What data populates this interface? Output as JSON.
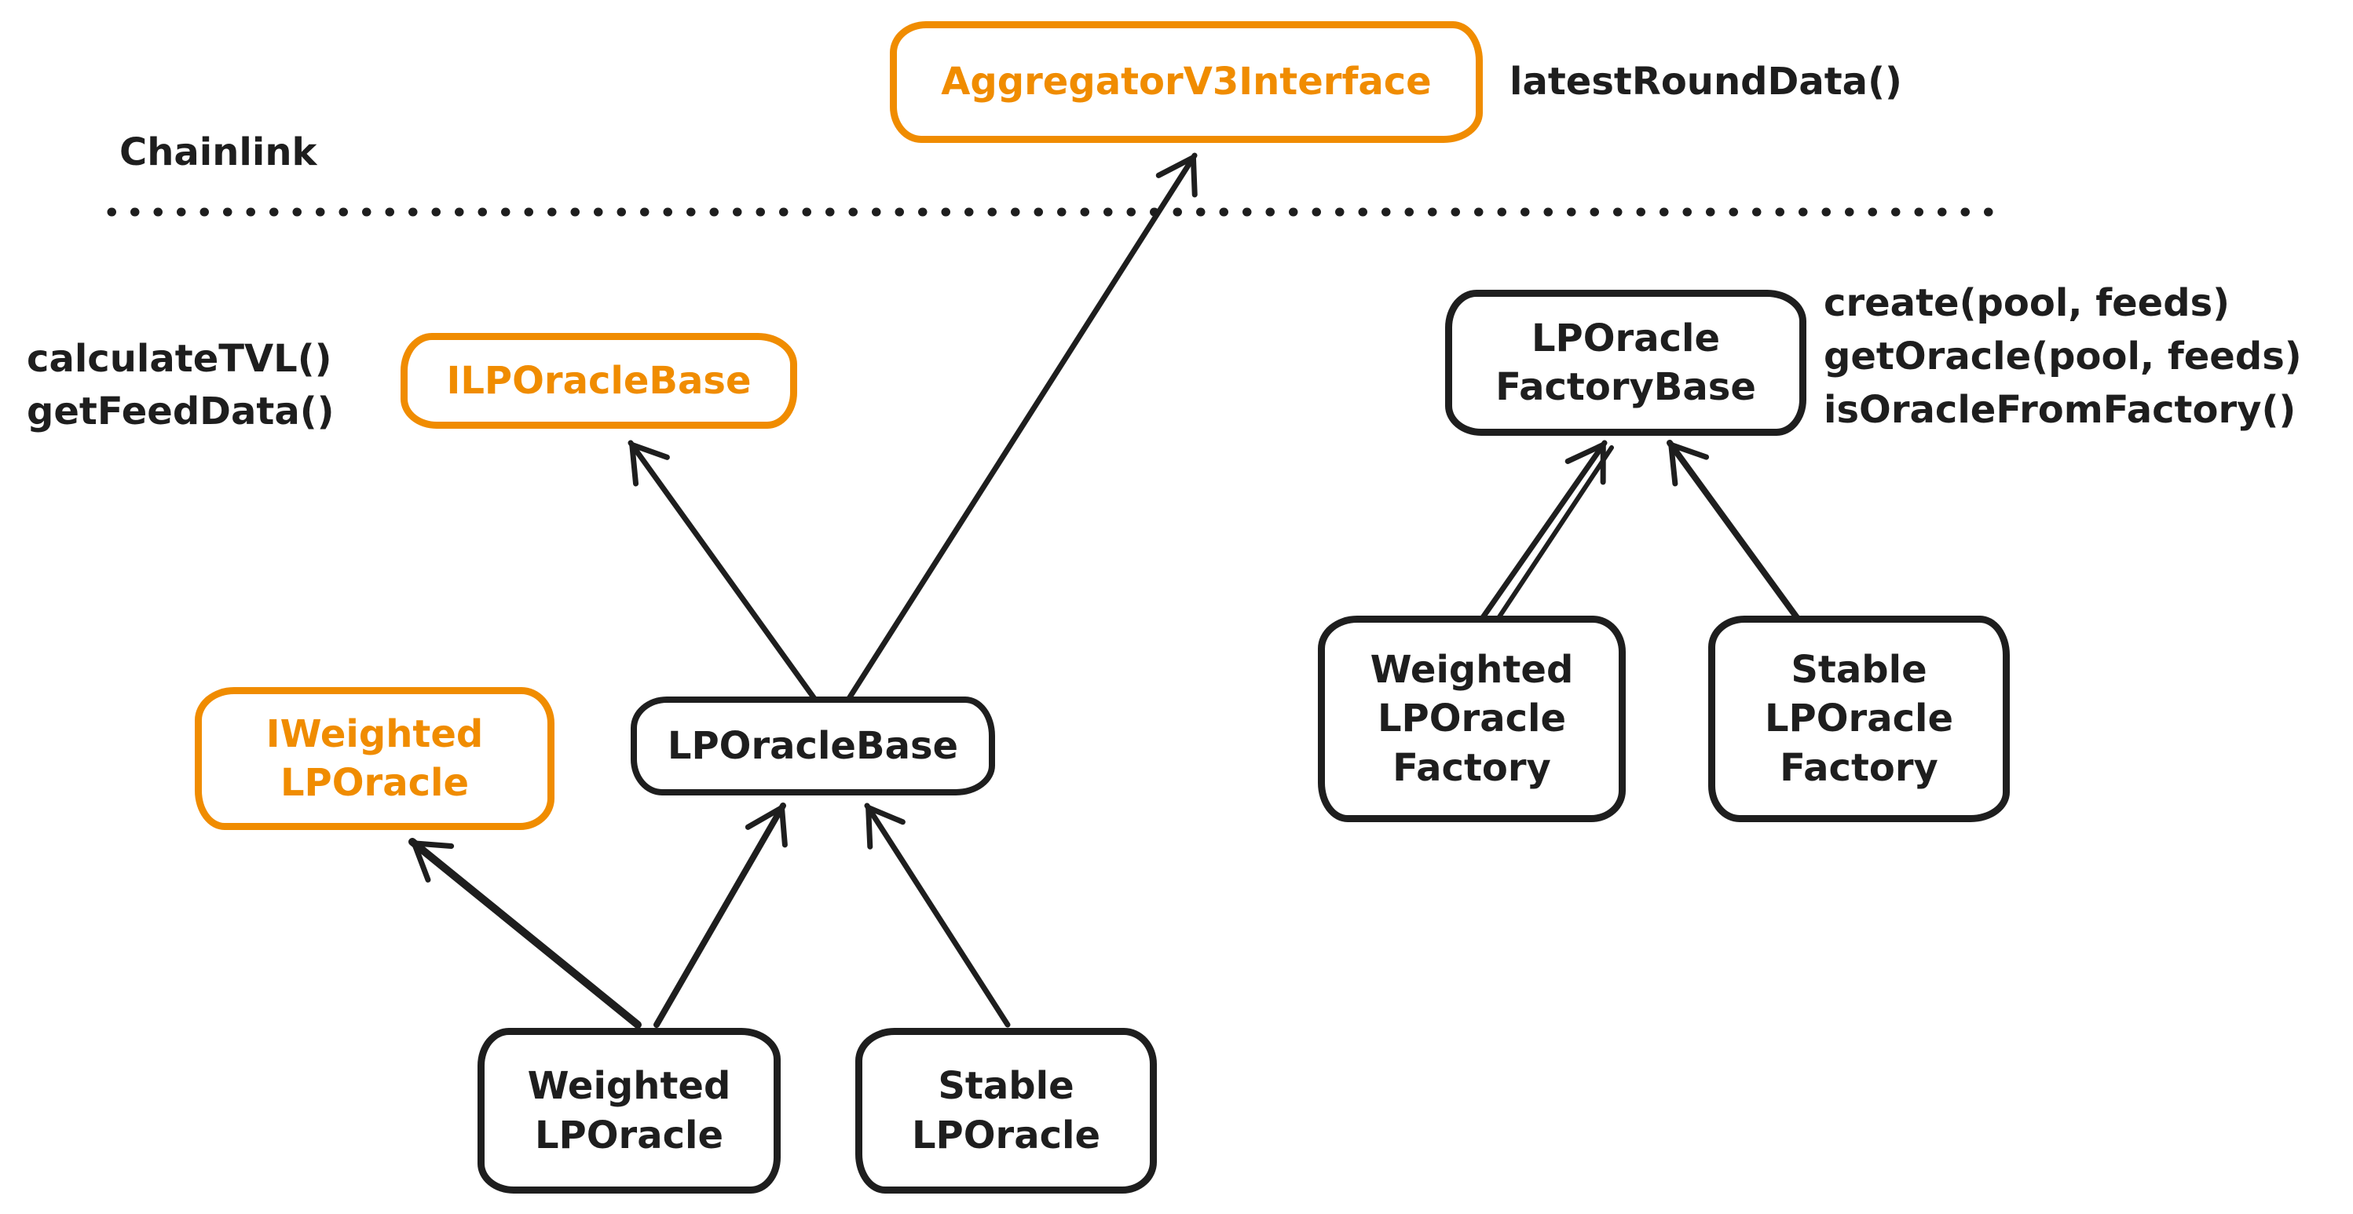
{
  "colors": {
    "accent": "#f08c00",
    "ink": "#1e1e1e",
    "background": "#ffffff"
  },
  "section": {
    "label": "Chainlink"
  },
  "nodes": {
    "aggregator": {
      "label": "AggregatorV3Interface",
      "style": "orange"
    },
    "ilporacle_base": {
      "label": "ILPOracleBase",
      "style": "orange"
    },
    "iweighted_lporacle": {
      "line1": "IWeighted",
      "line2": "LPOracle",
      "style": "orange"
    },
    "lporacle_base": {
      "label": "LPOracleBase",
      "style": "black"
    },
    "lporacle_factory_base": {
      "line1": "LPOracle",
      "line2": "FactoryBase",
      "style": "black"
    },
    "weighted_lporacle_factory": {
      "line1": "Weighted",
      "line2": "LPOracle",
      "line3": "Factory",
      "style": "black"
    },
    "stable_lporacle_factory": {
      "line1": "Stable",
      "line2": "LPOracle",
      "line3": "Factory",
      "style": "black"
    },
    "weighted_lporacle": {
      "line1": "Weighted",
      "line2": "LPOracle",
      "style": "black"
    },
    "stable_lporacle": {
      "line1": "Stable",
      "line2": "LPOracle",
      "style": "black"
    }
  },
  "annotations": {
    "aggregator_method": "latestRoundData()",
    "oracle_method_1": "calculateTVL()",
    "oracle_method_2": "getFeedData()",
    "factory_method_1": "create(pool, feeds)",
    "factory_method_2": "getOracle(pool, feeds)",
    "factory_method_3": "isOracleFromFactory()"
  },
  "edges": [
    {
      "from": "lporacle_base",
      "to": "aggregator"
    },
    {
      "from": "lporacle_base",
      "to": "ilporacle_base"
    },
    {
      "from": "weighted_lporacle",
      "to": "iweighted_lporacle"
    },
    {
      "from": "weighted_lporacle",
      "to": "lporacle_base"
    },
    {
      "from": "stable_lporacle",
      "to": "lporacle_base"
    },
    {
      "from": "weighted_lporacle_factory",
      "to": "lporacle_factory_base"
    },
    {
      "from": "stable_lporacle_factory",
      "to": "lporacle_factory_base"
    }
  ]
}
